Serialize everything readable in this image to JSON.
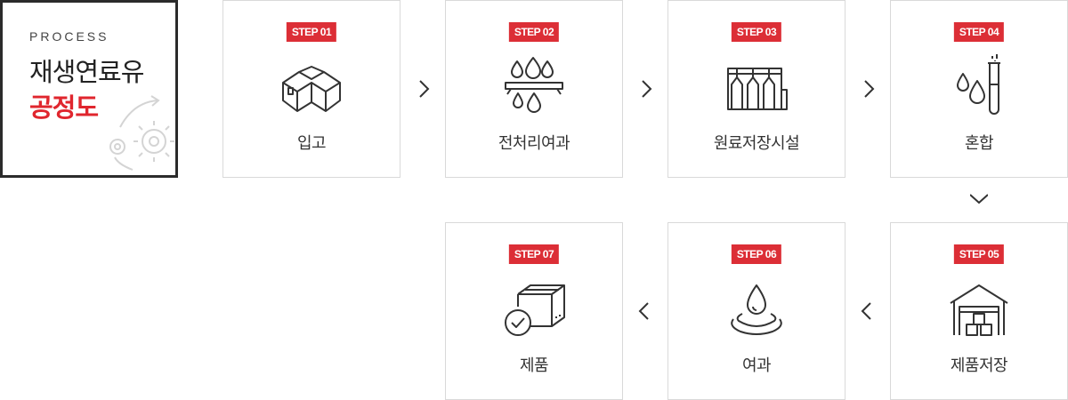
{
  "header": {
    "eyebrow": "PROCESS",
    "title_line1": "재생연료유",
    "title_line2": "공정도"
  },
  "steps": [
    {
      "badge": "STEP 01",
      "label": "입고",
      "icon": "box-icon"
    },
    {
      "badge": "STEP 02",
      "label": "전처리여과",
      "icon": "filter-drops-icon"
    },
    {
      "badge": "STEP 03",
      "label": "원료저장시설",
      "icon": "storage-tanks-icon"
    },
    {
      "badge": "STEP 04",
      "label": "혼합",
      "icon": "test-tube-icon"
    },
    {
      "badge": "STEP 05",
      "label": "제품저장",
      "icon": "warehouse-icon"
    },
    {
      "badge": "STEP 06",
      "label": "여과",
      "icon": "water-drop-icon"
    },
    {
      "badge": "STEP 07",
      "label": "제품",
      "icon": "package-check-icon"
    }
  ],
  "colors": {
    "accent": "#dc2e36",
    "border": "#d9d9d9",
    "text": "#333333"
  }
}
